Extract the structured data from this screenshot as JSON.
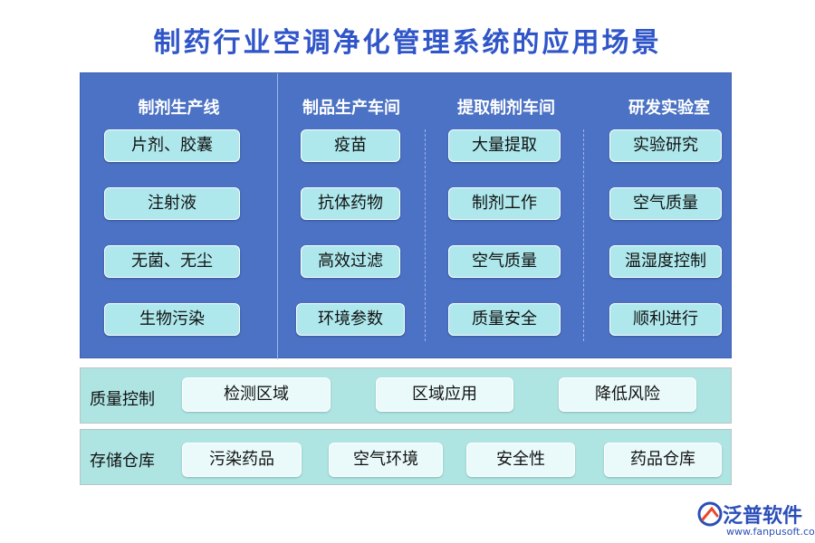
{
  "title": "制药行业空调净化管理系统的应用场景",
  "columns": [
    {
      "title": "制剂生产线",
      "items": [
        "片剂、胶囊",
        "注射液",
        "无菌、无尘",
        "生物污染"
      ]
    },
    {
      "title": "制品生产车间",
      "items": [
        "疫苗",
        "抗体药物",
        "高效过滤",
        "环境参数"
      ]
    },
    {
      "title": "提取制剂车间",
      "items": [
        "大量提取",
        "制剂工作",
        "空气质量",
        "质量安全"
      ]
    },
    {
      "title": "研发实验室",
      "items": [
        "实验研究",
        "空气质量",
        "温湿度控制",
        "顺利进行"
      ]
    }
  ],
  "quality": {
    "label": "质量控制",
    "items": [
      "检测区域",
      "区域应用",
      "降低风险"
    ]
  },
  "storage": {
    "label": "存储仓库",
    "items": [
      "污染药品",
      "空气环境",
      "安全性",
      "药品仓库"
    ]
  },
  "logo": {
    "name": "泛普软件",
    "url": "www.fanpusoft.com",
    "icon": "fanpu-logo-icon"
  },
  "colors": {
    "title": "#2f55c8",
    "panel": "#4b72c4",
    "item": "#aee8ec",
    "band": "#aee5e3",
    "band_item": "#eafafa"
  }
}
